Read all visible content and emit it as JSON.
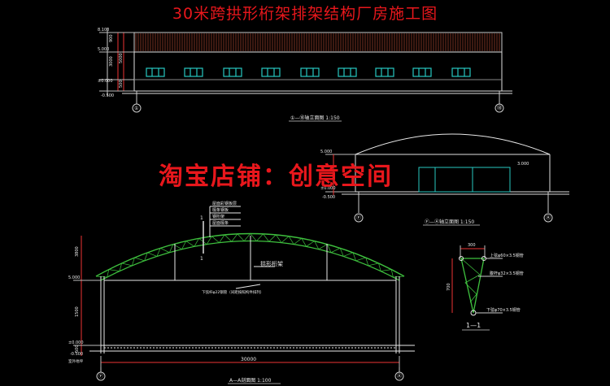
{
  "title": "30米跨拱形桁架排架结构厂房施工图",
  "watermark": "淘宝店铺：创意空间",
  "elevation_front": {
    "levels": [
      "8.100",
      "5.000",
      "±0.000",
      "-0.500"
    ],
    "dims": [
      "900",
      "3000",
      "5000",
      "500"
    ],
    "axis_left": "①",
    "axis_right": "⑱",
    "caption": "①—⑱轴立面图 1:150"
  },
  "elevation_side": {
    "levels": [
      "5.000",
      "±0.000",
      "-0.500"
    ],
    "dim": "3.000",
    "axis_left": "Ⓕ",
    "axis_right": "Ⓐ",
    "caption": "Ⓕ—Ⓐ轴立面图 1:150"
  },
  "section": {
    "notes": [
      "屋面彩钢板层",
      "檩条钢板",
      "钢桁架",
      "屋面檩条"
    ],
    "truss_label": "拱形桁架",
    "bottom_label": "下弦杆φ22钢管（间距按照构件排列）",
    "cut_mark": "1",
    "levels": [
      "5.000",
      "±0.000",
      "-0.500"
    ],
    "dims": [
      "3800",
      "1500",
      "500"
    ],
    "span": "30000",
    "axis_left": "Ⓕ",
    "axis_right": "Ⓐ",
    "ground_note": "室外地坪",
    "caption": "A—A剖面图 1:100"
  },
  "detail": {
    "width": "300",
    "height": "700",
    "labels": [
      "上弦φ60×3.5钢管",
      "腹杆φ32×3.5钢管",
      "下弦φ70×3.5钢管"
    ],
    "caption": "1—1"
  }
}
